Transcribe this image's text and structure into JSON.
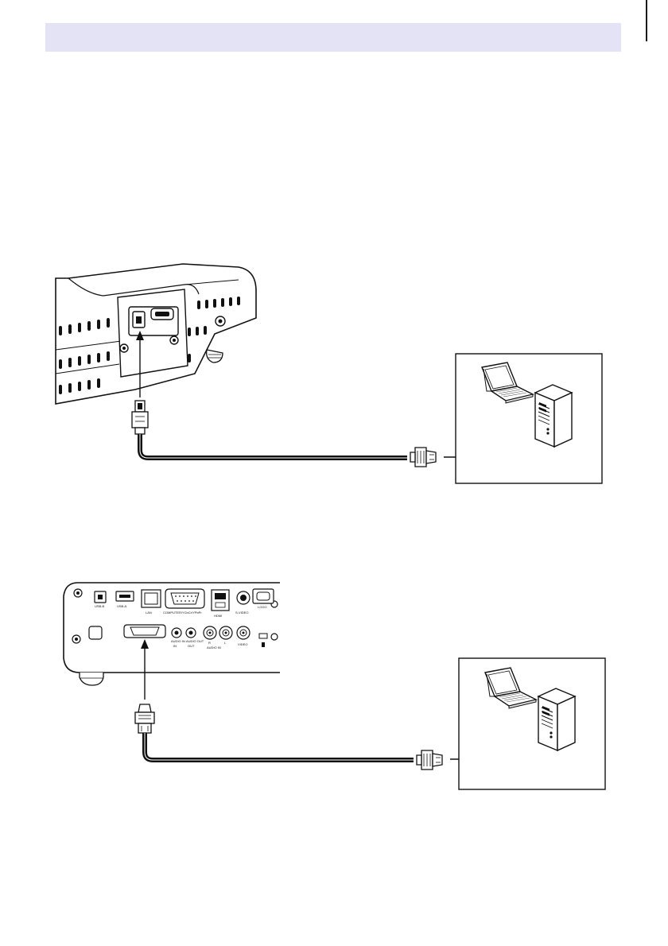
{
  "header": {
    "band_color": "#e3e3f5"
  },
  "figure_rear_ports": {
    "port_labels": {
      "usb_b": "USB-B",
      "usb_a": "USB-A",
      "lan": "LAN",
      "computer": "COMPUTER/YCbCr/YPbPr",
      "hdmi": "HDMI",
      "svideo": "S-VIDEO",
      "logo": "LOGO",
      "audio_in": "AUDIO IN",
      "audio_out": "AUDIO OUT",
      "audio_in_lr": "AUDIO IN",
      "video": "VIDEO",
      "r": "R",
      "l": "L",
      "in": "IN",
      "out": "OUT"
    }
  },
  "icons": {
    "laptop": "laptop-icon",
    "tower": "desktop-tower-icon",
    "arrow": "arrow-right-icon"
  }
}
